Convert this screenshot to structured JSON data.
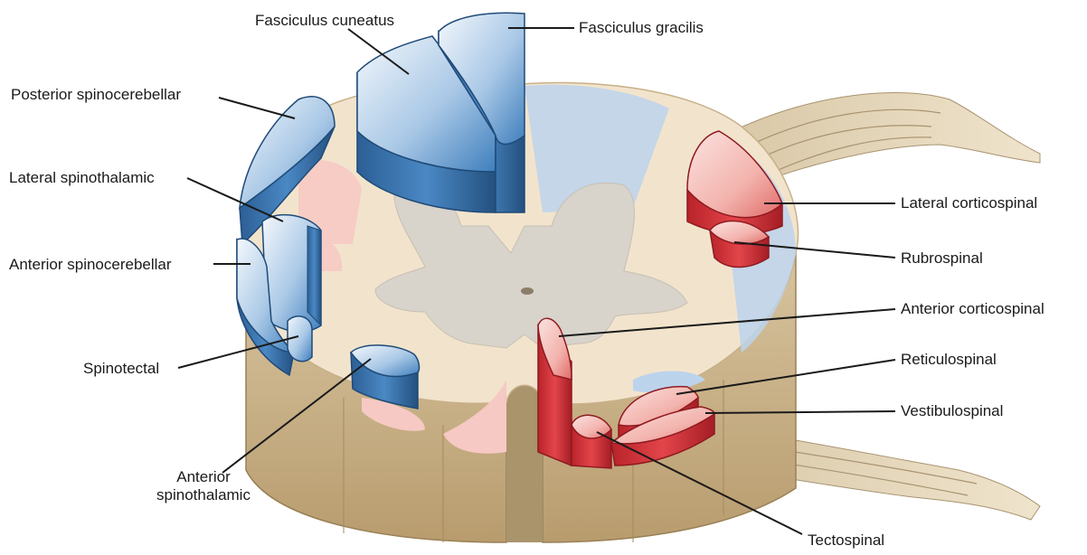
{
  "labels": {
    "fasciculus_cuneatus": "Fasciculus cuneatus",
    "fasciculus_gracilis": "Fasciculus gracilis",
    "posterior_spinocerebellar": "Posterior spinocerebellar",
    "lateral_spinothalamic": "Lateral spinothalamic",
    "anterior_spinocerebellar": "Anterior spinocerebellar",
    "spinotectal": "Spinotectal",
    "anterior_spinothalamic_line1": "Anterior",
    "anterior_spinothalamic_line2": "spinothalamic",
    "lateral_corticospinal": "Lateral corticospinal",
    "rubrospinal": "Rubrospinal",
    "anterior_corticospinal": "Anterior corticospinal",
    "reticulospinal": "Reticulospinal",
    "vestibulospinal": "Vestibulospinal",
    "tectospinal": "Tectospinal"
  },
  "colors": {
    "ascending_tract": "#3a78b5",
    "descending_tract": "#d8343c",
    "white_matter": "#f3e6cf",
    "gray_matter": "#d9d4cc",
    "cord_side": "#c9b48e"
  }
}
